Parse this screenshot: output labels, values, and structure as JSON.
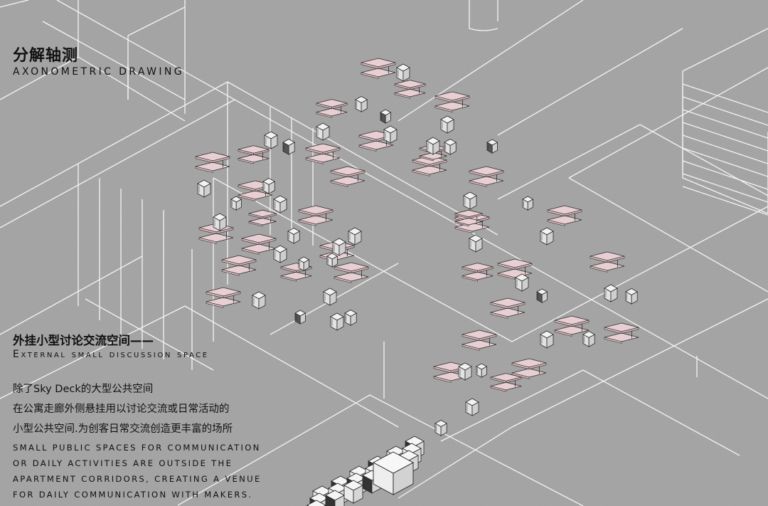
{
  "heading": {
    "title_cn": "分解轴测",
    "title_en": "AXONOMETRIC DRAWING"
  },
  "section": {
    "title_cn": "外挂小型讨论交流空间——",
    "title_en": "External small discussion space"
  },
  "description": {
    "cn_lines": [
      "除了Sky Deck的大型公共空间",
      "在公寓走廊外侧悬挂用以讨论交流或日常活动的",
      "小型公共空间.为创客日常交流创造更丰富的场所"
    ],
    "en_lines": [
      "small public spaces for communication",
      "or daily activities are outside the",
      "apartment corridors, creating a venue",
      "for daily communication with makers."
    ]
  },
  "colors": {
    "background": "#a3a3a3",
    "line": "#f4f4f4",
    "pod_pink": "#e8cfd3",
    "pod_white": "#f2f2f2",
    "outline": "#2a2a2a"
  }
}
